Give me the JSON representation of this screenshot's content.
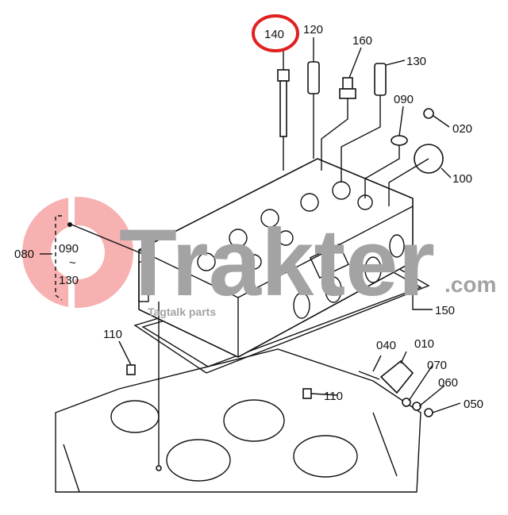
{
  "diagram": {
    "title_part_highlighted": "140",
    "highlight_color": "#e02020",
    "labels": {
      "p140": "140",
      "p120": "120",
      "p160": "160",
      "p130": "130",
      "p090": "090",
      "p020": "020",
      "p100": "100",
      "p080": "080",
      "p080_090": "090",
      "p080_tilde": "~",
      "p080_130": "130",
      "p150": "150",
      "p110a": "110",
      "p110b": "110",
      "p040": "040",
      "p010": "010",
      "p070": "070",
      "p060": "060",
      "p050": "050"
    }
  },
  "watermark": {
    "brand": "Trakter",
    "domain": ".com",
    "subtext": "Tagtalk parts",
    "logo_color": "#f28a8a"
  }
}
